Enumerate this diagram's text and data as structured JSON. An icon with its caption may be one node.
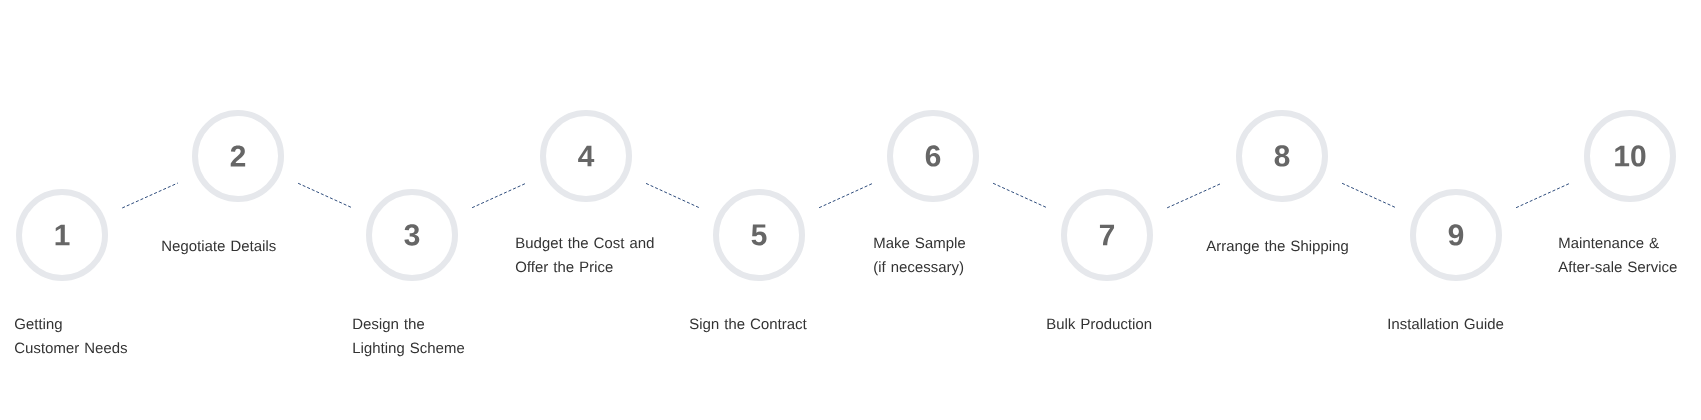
{
  "diagram": {
    "nodes": [
      {
        "text": [
          "1"
        ],
        "beside": [
          "Getting Customer Needs"
        ]
      },
      {
        "text": [
          "2"
        ],
        "beside": [
          "Negotiate Details"
        ]
      },
      {
        "text": [
          "3"
        ],
        "beside": [
          "Design the Lighting Scheme"
        ]
      },
      {
        "text": [
          "4"
        ],
        "beside": [
          "Budget the Cost and Offer the Price"
        ]
      },
      {
        "text": [
          "5"
        ],
        "beside": [
          "Sign the Contract"
        ]
      },
      {
        "text": [
          "6"
        ],
        "beside": [
          "Make Sample (if necessary)"
        ]
      },
      {
        "text": [
          "7"
        ],
        "beside": [
          "Bulk Production"
        ]
      },
      {
        "text": [
          "8"
        ],
        "beside": [
          "Arrange the Shipping"
        ]
      },
      {
        "text": [
          "9"
        ],
        "beside": [
          "Installation Guide"
        ]
      },
      {
        "text": [
          "10"
        ],
        "beside": [
          "Maintenance & After-sale Service"
        ]
      }
    ],
    "edges": [
      {
        "from": 0,
        "to": 1,
        "arrow": "none",
        "style": "dashed"
      },
      {
        "from": 1,
        "to": 2,
        "arrow": "none",
        "style": "dashed"
      },
      {
        "from": 2,
        "to": 3,
        "arrow": "none",
        "style": "dashed"
      },
      {
        "from": 3,
        "to": 4,
        "arrow": "none",
        "style": "dashed"
      },
      {
        "from": 4,
        "to": 5,
        "arrow": "none",
        "style": "dashed"
      },
      {
        "from": 5,
        "to": 6,
        "arrow": "none",
        "style": "dashed"
      },
      {
        "from": 6,
        "to": 7,
        "arrow": "none",
        "style": "dashed"
      },
      {
        "from": 7,
        "to": 8,
        "arrow": "none",
        "style": "dashed"
      },
      {
        "from": 8,
        "to": 9,
        "arrow": "none",
        "style": "dashed"
      }
    ]
  }
}
